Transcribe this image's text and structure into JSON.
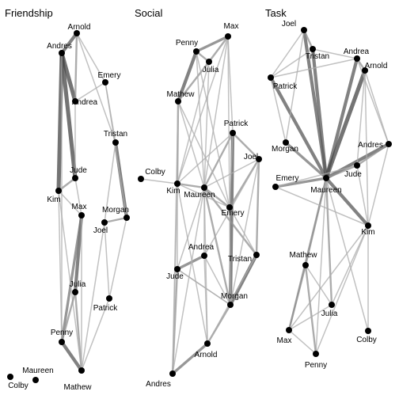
{
  "panels": [
    {
      "title": "Friendship",
      "nodes": [
        {
          "id": "Arnold",
          "label": "Arnold"
        },
        {
          "id": "Andres",
          "label": "Andres"
        },
        {
          "id": "Emery",
          "label": "Emery"
        },
        {
          "id": "Andrea",
          "label": "Andrea"
        },
        {
          "id": "Tristan",
          "label": "Tristan"
        },
        {
          "id": "Jude",
          "label": "Jude"
        },
        {
          "id": "Kim",
          "label": "Kim"
        },
        {
          "id": "Max",
          "label": "Max"
        },
        {
          "id": "Morgan",
          "label": "Morgan"
        },
        {
          "id": "Joel",
          "label": "Joel"
        },
        {
          "id": "Julia",
          "label": "Julia"
        },
        {
          "id": "Patrick",
          "label": "Patrick"
        },
        {
          "id": "Penny",
          "label": "Penny"
        },
        {
          "id": "Maureen",
          "label": "Maureen"
        },
        {
          "id": "Colby",
          "label": "Colby"
        },
        {
          "id": "Mathew",
          "label": "Mathew"
        }
      ],
      "edges": [
        [
          "Andres",
          "Kim",
          5
        ],
        [
          "Andres",
          "Jude",
          5
        ],
        [
          "Andres",
          "Arnold",
          4
        ],
        [
          "Andres",
          "Andrea",
          5
        ],
        [
          "Arnold",
          "Andrea",
          2
        ],
        [
          "Arnold",
          "Emery",
          1
        ],
        [
          "Tristan",
          "Morgan",
          4
        ],
        [
          "Max",
          "Julia",
          4
        ],
        [
          "Max",
          "Penny",
          3
        ],
        [
          "Penny",
          "Mathew",
          4
        ],
        [
          "Julia",
          "Mathew",
          2
        ],
        [
          "Jude",
          "Kim",
          2
        ],
        [
          "Morgan",
          "Joel",
          2
        ],
        [
          "Joel",
          "Patrick",
          1
        ],
        [
          "Emery",
          "Tristan",
          1
        ],
        [
          "Andrea",
          "Jude",
          1
        ],
        [
          "Kim",
          "Penny",
          1
        ],
        [
          "Kim",
          "Mathew",
          1
        ],
        [
          "Andres",
          "Penny",
          1
        ],
        [
          "Arnold",
          "Tristan",
          1
        ],
        [
          "Emery",
          "Morgan",
          1
        ],
        [
          "Joel",
          "Mathew",
          1
        ],
        [
          "Patrick",
          "Mathew",
          1
        ],
        [
          "Max",
          "Mathew",
          1
        ],
        [
          "Julia",
          "Penny",
          2
        ],
        [
          "Morgan",
          "Patrick",
          1
        ],
        [
          "Tristan",
          "Joel",
          1
        ],
        [
          "Kim",
          "Max",
          1
        ],
        [
          "Andrea",
          "Emery",
          1
        ],
        [
          "Jude",
          "Max",
          1
        ]
      ]
    },
    {
      "title": "Social",
      "nodes": [
        {
          "id": "Max",
          "label": "Max"
        },
        {
          "id": "Penny",
          "label": "Penny"
        },
        {
          "id": "Julia",
          "label": "Julia"
        },
        {
          "id": "Mathew",
          "label": "Mathew"
        },
        {
          "id": "Patrick",
          "label": "Patrick"
        },
        {
          "id": "Joel",
          "label": "Joel"
        },
        {
          "id": "Colby",
          "label": "Colby"
        },
        {
          "id": "Kim",
          "label": "Kim"
        },
        {
          "id": "Maureen",
          "label": "Maureen"
        },
        {
          "id": "Emery",
          "label": "Emery"
        },
        {
          "id": "Andrea",
          "label": "Andrea"
        },
        {
          "id": "Jude",
          "label": "Jude"
        },
        {
          "id": "Tristan",
          "label": "Tristan"
        },
        {
          "id": "Morgan",
          "label": "Morgan"
        },
        {
          "id": "Arnold",
          "label": "Arnold"
        },
        {
          "id": "Andres",
          "label": "Andres"
        }
      ],
      "edges": [
        [
          "Max",
          "Penny",
          3
        ],
        [
          "Max",
          "Julia",
          2
        ],
        [
          "Penny",
          "Julia",
          2
        ],
        [
          "Penny",
          "Mathew",
          4
        ],
        [
          "Mathew",
          "Kim",
          2
        ],
        [
          "Julia",
          "Mathew",
          2
        ],
        [
          "Patrick",
          "Morgan",
          4
        ],
        [
          "Patrick",
          "Joel",
          2
        ],
        [
          "Joel",
          "Tristan",
          2
        ],
        [
          "Joel",
          "Emery",
          2
        ],
        [
          "Kim",
          "Maureen",
          2
        ],
        [
          "Maureen",
          "Emery",
          2
        ],
        [
          "Andrea",
          "Jude",
          3
        ],
        [
          "Jude",
          "Kim",
          1
        ],
        [
          "Tristan",
          "Morgan",
          4
        ],
        [
          "Morgan",
          "Arnold",
          2
        ],
        [
          "Arnold",
          "Andres",
          3
        ],
        [
          "Andres",
          "Jude",
          2
        ],
        [
          "Colby",
          "Kim",
          1
        ],
        [
          "Maureen",
          "Patrick",
          2
        ],
        [
          "Maureen",
          "Tristan",
          2
        ],
        [
          "Maureen",
          "Morgan",
          2
        ],
        [
          "Emery",
          "Tristan",
          1
        ],
        [
          "Emery",
          "Morgan",
          1
        ],
        [
          "Kim",
          "Arnold",
          1
        ],
        [
          "Kim",
          "Andres",
          1
        ],
        [
          "Max",
          "Maureen",
          1
        ],
        [
          "Julia",
          "Maureen",
          1
        ],
        [
          "Penny",
          "Maureen",
          1
        ],
        [
          "Mathew",
          "Maureen",
          1
        ],
        [
          "Joel",
          "Maureen",
          1
        ],
        [
          "Andrea",
          "Maureen",
          1
        ],
        [
          "Jude",
          "Maureen",
          1
        ],
        [
          "Arnold",
          "Maureen",
          1
        ],
        [
          "Andres",
          "Maureen",
          1
        ],
        [
          "Max",
          "Emery",
          1
        ],
        [
          "Julia",
          "Kim",
          1
        ],
        [
          "Patrick",
          "Kim",
          1
        ],
        [
          "Andrea",
          "Morgan",
          1
        ],
        [
          "Jude",
          "Morgan",
          1
        ],
        [
          "Max",
          "Patrick",
          1
        ],
        [
          "Penny",
          "Emery",
          1
        ],
        [
          "Mathew",
          "Emery",
          1
        ],
        [
          "Joel",
          "Andrea",
          1
        ],
        [
          "Morgan",
          "Jude",
          1
        ],
        [
          "Tristan",
          "Arnold",
          1
        ],
        [
          "Andrea",
          "Arnold",
          1
        ],
        [
          "Kim",
          "Emery",
          1
        ],
        [
          "Patrick",
          "Emery",
          1
        ],
        [
          "Joel",
          "Morgan",
          1
        ],
        [
          "Mathew",
          "Andres",
          1
        ],
        [
          "Max",
          "Kim",
          1
        ]
      ]
    },
    {
      "title": "Task",
      "nodes": [
        {
          "id": "Joel",
          "label": "Joel"
        },
        {
          "id": "Tristan",
          "label": "Tristan"
        },
        {
          "id": "Andrea",
          "label": "Andrea"
        },
        {
          "id": "Arnold",
          "label": "Arnold"
        },
        {
          "id": "Patrick",
          "label": "Patrick"
        },
        {
          "id": "Morgan",
          "label": "Morgan"
        },
        {
          "id": "Andres",
          "label": "Andres"
        },
        {
          "id": "Emery",
          "label": "Emery"
        },
        {
          "id": "Jude",
          "label": "Jude"
        },
        {
          "id": "Maureen",
          "label": "Maureen"
        },
        {
          "id": "Kim",
          "label": "Kim"
        },
        {
          "id": "Mathew",
          "label": "Mathew"
        },
        {
          "id": "Julia",
          "label": "Julia"
        },
        {
          "id": "Max",
          "label": "Max"
        },
        {
          "id": "Colby",
          "label": "Colby"
        },
        {
          "id": "Penny",
          "label": "Penny"
        }
      ],
      "edges": [
        [
          "Joel",
          "Maureen",
          4
        ],
        [
          "Tristan",
          "Maureen",
          4
        ],
        [
          "Andrea",
          "Maureen",
          4
        ],
        [
          "Arnold",
          "Maureen",
          5
        ],
        [
          "Patrick",
          "Maureen",
          4
        ],
        [
          "Morgan",
          "Maureen",
          3
        ],
        [
          "Andres",
          "Maureen",
          4
        ],
        [
          "Emery",
          "Maureen",
          3
        ],
        [
          "Jude",
          "Maureen",
          2
        ],
        [
          "Kim",
          "Maureen",
          4
        ],
        [
          "Mathew",
          "Maureen",
          2
        ],
        [
          "Julia",
          "Maureen",
          2
        ],
        [
          "Max",
          "Maureen",
          2
        ],
        [
          "Colby",
          "Maureen",
          1
        ],
        [
          "Penny",
          "Maureen",
          1
        ],
        [
          "Joel",
          "Tristan",
          2
        ],
        [
          "Andrea",
          "Arnold",
          2
        ],
        [
          "Arnold",
          "Andres",
          1
        ],
        [
          "Andres",
          "Jude",
          2
        ],
        [
          "Jude",
          "Kim",
          1
        ],
        [
          "Mathew",
          "Max",
          2
        ],
        [
          "Mathew",
          "Penny",
          2
        ],
        [
          "Mathew",
          "Julia",
          1
        ],
        [
          "Julia",
          "Max",
          1
        ],
        [
          "Kim",
          "Julia",
          1
        ],
        [
          "Patrick",
          "Morgan",
          1
        ],
        [
          "Joel",
          "Patrick",
          1
        ],
        [
          "Tristan",
          "Andrea",
          1
        ],
        [
          "Arnold",
          "Kim",
          1
        ],
        [
          "Andres",
          "Kim",
          1
        ],
        [
          "Emery",
          "Jude",
          1
        ],
        [
          "Kim",
          "Max",
          1
        ],
        [
          "Joel",
          "Morgan",
          1
        ],
        [
          "Andrea",
          "Patrick",
          1
        ],
        [
          "Arnold",
          "Jude",
          1
        ],
        [
          "Emery",
          "Kim",
          1
        ],
        [
          "Tristan",
          "Patrick",
          1
        ],
        [
          "Max",
          "Penny",
          1
        ],
        [
          "Kim",
          "Penny",
          1
        ],
        [
          "Andrea",
          "Andres",
          1
        ],
        [
          "Kim",
          "Colby",
          1
        ]
      ]
    }
  ]
}
